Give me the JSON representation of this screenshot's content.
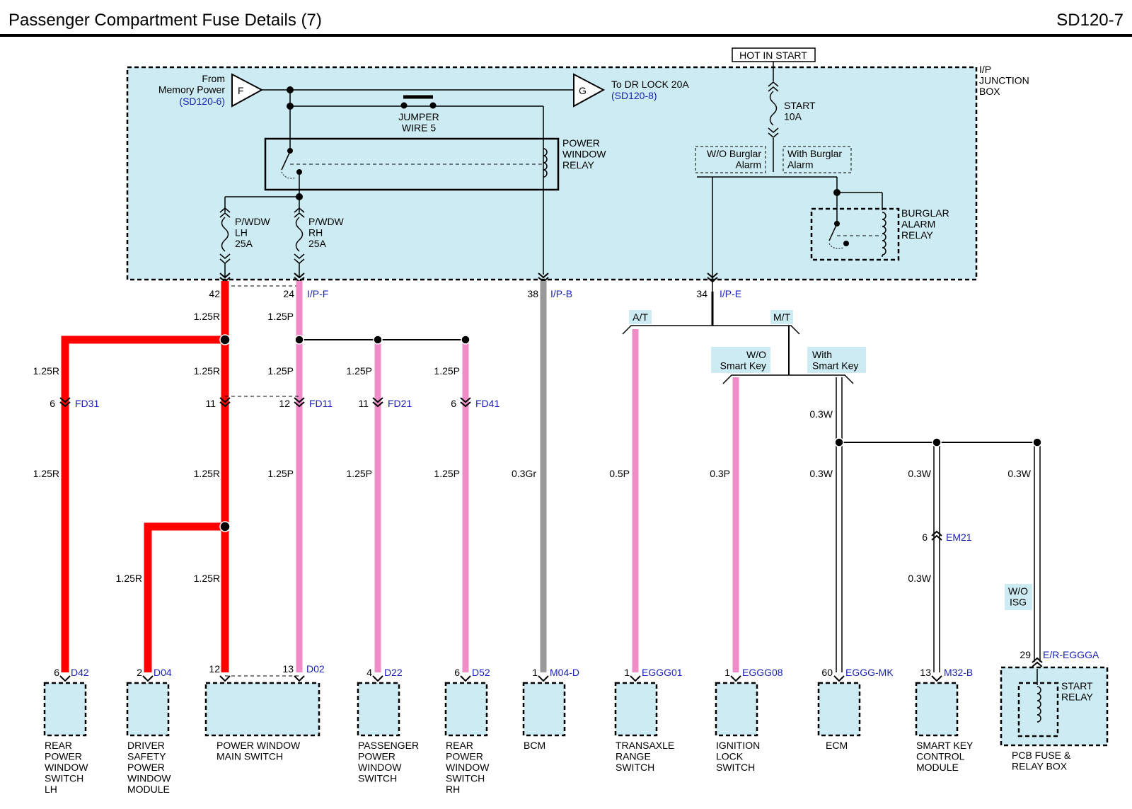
{
  "header": {
    "title": "Passenger Compartment Fuse Details (7)",
    "code": "SD120-7"
  },
  "colors": {
    "panel": "#cdebf2",
    "red_wire": "#ff0000",
    "pink_wire": "#f08cc8",
    "gray_wire": "#999999",
    "link_blue": "#1a22b5"
  },
  "junction_box": {
    "label": "I/P\nJUNCTION\nBOX",
    "hot_label": "HOT IN START",
    "from_memory": "From\nMemory Power",
    "from_ref": "(SD120-6)",
    "conn_f": "F",
    "conn_g": "G",
    "to_dr_lock": "To DR LOCK 20A",
    "to_ref": "(SD120-8)",
    "jumper": "JUMPER\nWIRE 5",
    "pw_relay": "POWER\nWINDOW\nRELAY",
    "start_fuse": "START\n10A",
    "wo_burglar": "W/O Burglar\nAlarm",
    "with_burglar": "With Burglar\nAlarm",
    "burglar_relay": "BURGLAR\nALARM\nRELAY",
    "fuse_lh": "P/WDW\nLH\n25A",
    "fuse_rh": "P/WDW\nRH\n25A"
  },
  "jb_pins": [
    {
      "pin": "42",
      "conn": ""
    },
    {
      "pin": "24",
      "conn": "I/P-F"
    },
    {
      "pin": "38",
      "conn": "I/P-B"
    },
    {
      "pin": "34",
      "conn": "I/P-E"
    }
  ],
  "wire_labels": {
    "r125": "1.25R",
    "p125": "1.25P",
    "gr03": "0.3Gr",
    "p05": "0.5P",
    "p03": "0.3P",
    "w03": "0.3W"
  },
  "options": {
    "at": "A/T",
    "mt": "M/T",
    "wo_smart": "W/O\nSmart Key",
    "with_smart": "With\nSmart Key",
    "wo_isg": "W/O\nISG"
  },
  "inline_connectors": [
    {
      "pin": "6",
      "name": "FD31"
    },
    {
      "pin": "11",
      "name": ""
    },
    {
      "pin": "12",
      "name": "FD11"
    },
    {
      "pin": "11",
      "name": "FD21"
    },
    {
      "pin": "6",
      "name": "FD41"
    },
    {
      "pin": "6",
      "name": "EM21"
    }
  ],
  "components": [
    {
      "pin": "6",
      "conn": "D42",
      "label": "REAR\nPOWER\nWINDOW\nSWITCH\nLH"
    },
    {
      "pin": "2",
      "conn": "D04",
      "label": "DRIVER\nSAFETY\nPOWER\nWINDOW\nMODULE"
    },
    {
      "pin": "12",
      "conn": "",
      "label": "POWER WINDOW\nMAIN SWITCH"
    },
    {
      "pin": "13",
      "conn": "D02",
      "label": ""
    },
    {
      "pin": "4",
      "conn": "D22",
      "label": "PASSENGER\nPOWER\nWINDOW\nSWITCH"
    },
    {
      "pin": "6",
      "conn": "D52",
      "label": "REAR\nPOWER\nWINDOW\nSWITCH\nRH"
    },
    {
      "pin": "1",
      "conn": "M04-D",
      "label": "BCM"
    },
    {
      "pin": "1",
      "conn": "EGGG01",
      "label": "TRANSAXLE\nRANGE\nSWITCH"
    },
    {
      "pin": "1",
      "conn": "EGGG08",
      "label": "IGNITION\nLOCK\nSWITCH"
    },
    {
      "pin": "60",
      "conn": "EGGG-MK",
      "label": "ECM"
    },
    {
      "pin": "13",
      "conn": "M32-B",
      "label": "SMART KEY\nCONTROL\nMODULE"
    },
    {
      "pin": "29",
      "conn": "E/R-EGGGA",
      "label": "PCB FUSE &\nRELAY BOX"
    }
  ],
  "start_relay": "START\nRELAY"
}
